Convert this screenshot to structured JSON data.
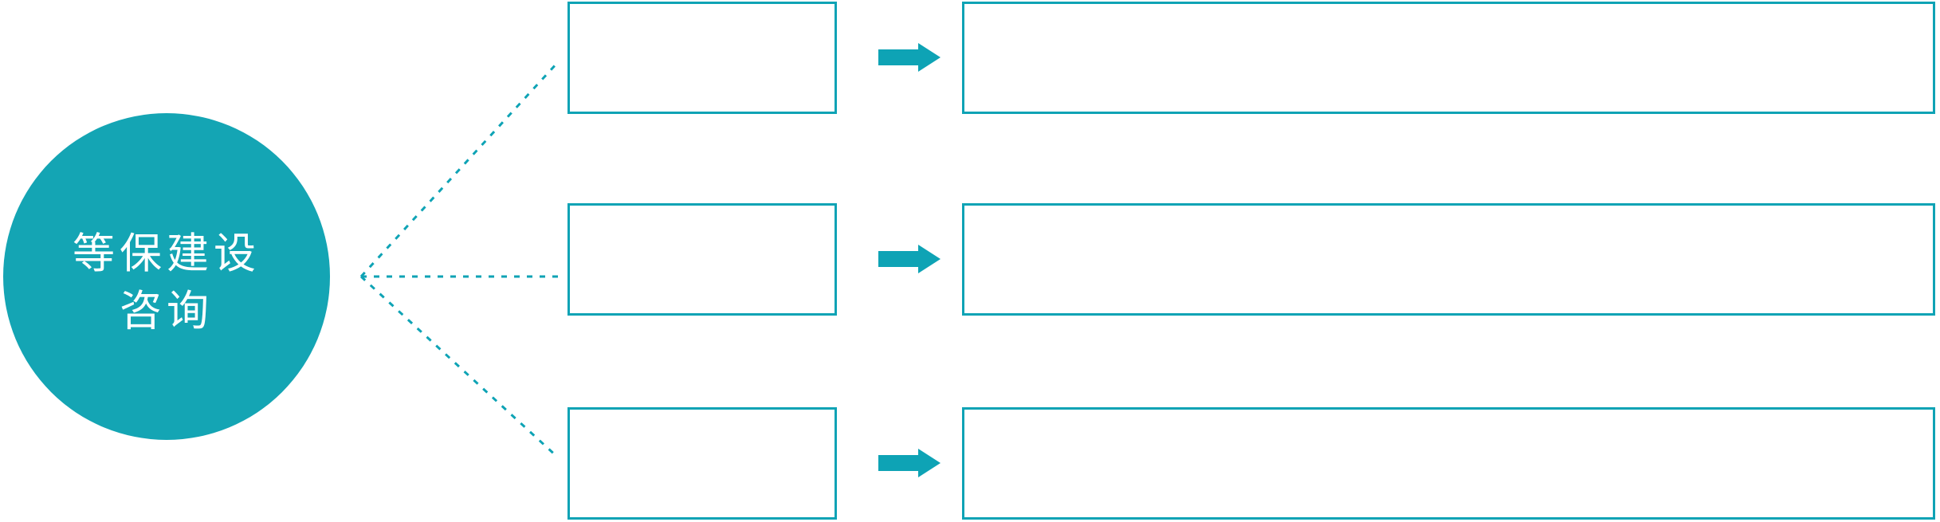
{
  "colors": {
    "accent": "#0EA3B5",
    "hub_fill": "#14A5B4",
    "hub_text": "#FFFFFF",
    "background": "#FFFFFF"
  },
  "diagram": {
    "hub": {
      "label_line1": "等保建设",
      "label_line2": "咨询"
    },
    "rows": [
      {
        "box_text": "",
        "panel_text": ""
      },
      {
        "box_text": "",
        "panel_text": ""
      },
      {
        "box_text": "",
        "panel_text": ""
      }
    ]
  },
  "icons": {
    "arrow": "arrow-right-icon",
    "connector": "dotted-connector-line"
  }
}
